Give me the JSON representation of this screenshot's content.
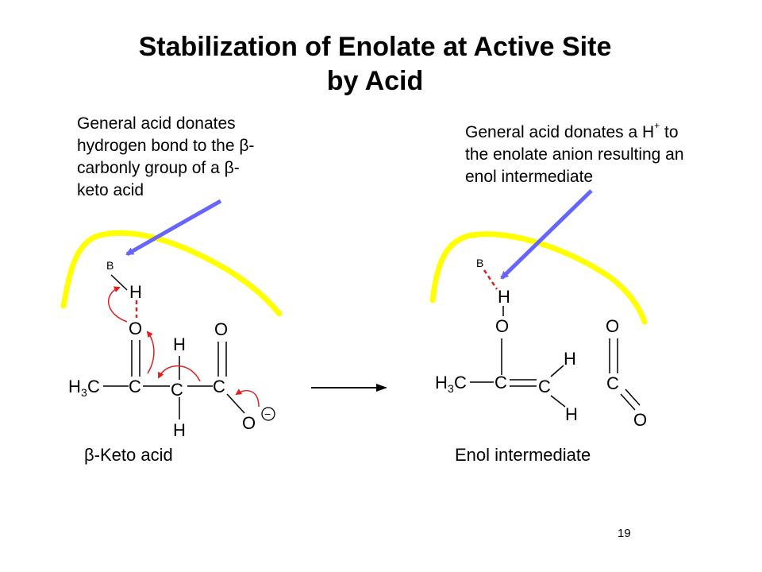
{
  "slide": {
    "title_line1": "Stabilization of Enolate at Active Site",
    "title_line2": "by Acid",
    "page_number": "19"
  },
  "notes": {
    "left": {
      "line1": "General acid donates",
      "line2": "hydrogen bond to the β-",
      "line3": "carbonly group of a β-",
      "line4": "keto acid"
    },
    "right": {
      "line1_pre": "General acid donates a H",
      "line1_sup": "+",
      "line1_post": " to",
      "line2": "the enolate anion resulting an",
      "line3": "enol intermediate"
    }
  },
  "captions": {
    "left": "β-Keto acid",
    "right": "Enol intermediate"
  },
  "atoms": {
    "B": "B",
    "H": "H",
    "O": "O",
    "C": "C",
    "H3": "H",
    "sub3": "3",
    "minus": "−"
  },
  "colors": {
    "pocket": "#ffff00",
    "pocket_outline": "#e6e600",
    "pointer": "#6666ff",
    "electron_arrow": "#e02020",
    "bond": "#000000"
  }
}
